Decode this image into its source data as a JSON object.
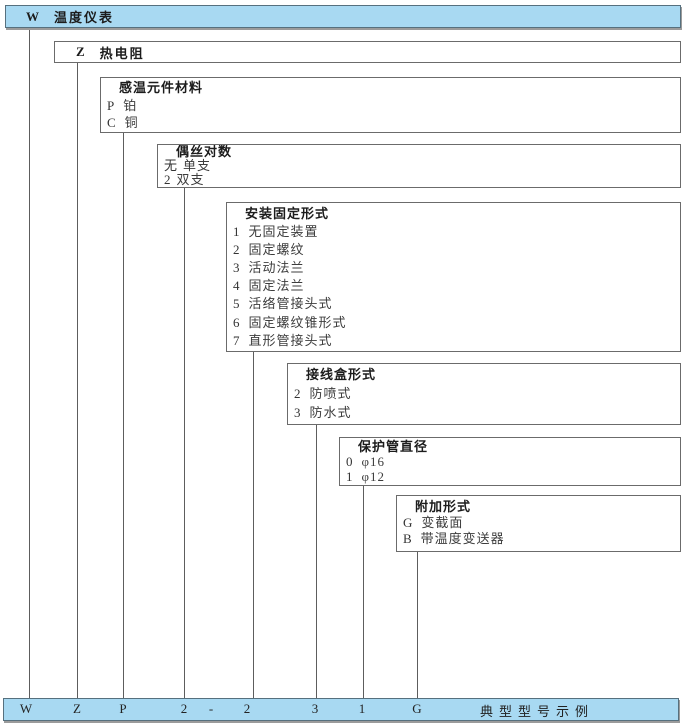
{
  "header": {
    "code": "W",
    "label": "温度仪表"
  },
  "levels": [
    {
      "code": "Z",
      "label": "热电阻"
    },
    {
      "title": "感温元件材料",
      "items": [
        {
          "code": "P",
          "label": "铂"
        },
        {
          "code": "C",
          "label": "铜"
        }
      ]
    },
    {
      "title": "偶丝对数",
      "items": [
        {
          "code": "无",
          "label": "单支"
        },
        {
          "code": "2",
          "label": "双支"
        }
      ]
    },
    {
      "title": "安装固定形式",
      "items": [
        {
          "code": "1",
          "label": "无固定装置"
        },
        {
          "code": "2",
          "label": "固定螺纹"
        },
        {
          "code": "3",
          "label": "活动法兰"
        },
        {
          "code": "4",
          "label": "固定法兰"
        },
        {
          "code": "5",
          "label": "活络管接头式"
        },
        {
          "code": "6",
          "label": "固定螺纹锥形式"
        },
        {
          "code": "7",
          "label": "直形管接头式"
        }
      ]
    },
    {
      "title": "接线盒形式",
      "items": [
        {
          "code": "2",
          "label": "防喷式"
        },
        {
          "code": "3",
          "label": "防水式"
        }
      ]
    },
    {
      "title": "保护管直径",
      "items": [
        {
          "code": "0",
          "label": "φ16"
        },
        {
          "code": "1",
          "label": "φ12"
        }
      ]
    },
    {
      "title": "附加形式",
      "items": [
        {
          "code": "G",
          "label": "变截面"
        },
        {
          "code": "B",
          "label": "带温度变送器"
        }
      ]
    }
  ],
  "example": {
    "codes": [
      "W",
      "Z",
      "P",
      "2",
      "-",
      "2",
      "3",
      "1",
      "G"
    ],
    "caption": "典型型号示例"
  },
  "colors": {
    "bar_fill": "#a8d9f2",
    "bar_border": "#56707e",
    "box_border": "#6b6b6b",
    "line": "#5d5d5d",
    "title_text": "#1c1c1c",
    "item_text": "#3d3d3d"
  }
}
